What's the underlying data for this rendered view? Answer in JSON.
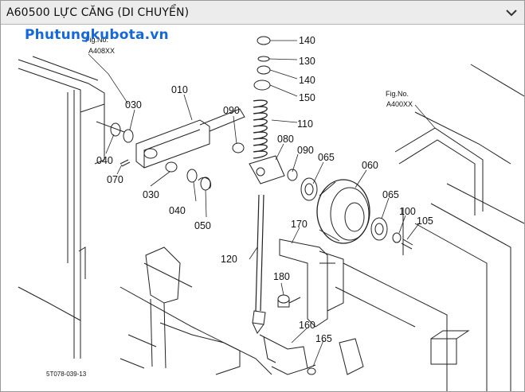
{
  "header": {
    "title": "A60500 LỰC CĂNG (DI CHUYỂN)"
  },
  "watermark": "Phutungkubota.vn",
  "figrefs": [
    {
      "label": "Fig.No.",
      "value": "A408XX"
    },
    {
      "label": "Fig.No.",
      "value": "A400XX"
    }
  ],
  "parts": [
    "140",
    "130",
    "140",
    "150",
    "110",
    "010",
    "030",
    "090",
    "080",
    "090",
    "065",
    "060",
    "065",
    "100",
    "105",
    "040",
    "070",
    "030",
    "040",
    "050",
    "170",
    "120",
    "180",
    "160",
    "165"
  ],
  "drawing_code": "5T078-039-13",
  "colors": {
    "header_bg": "#ececec",
    "watermark": "#1668d8",
    "line": "#222222"
  }
}
